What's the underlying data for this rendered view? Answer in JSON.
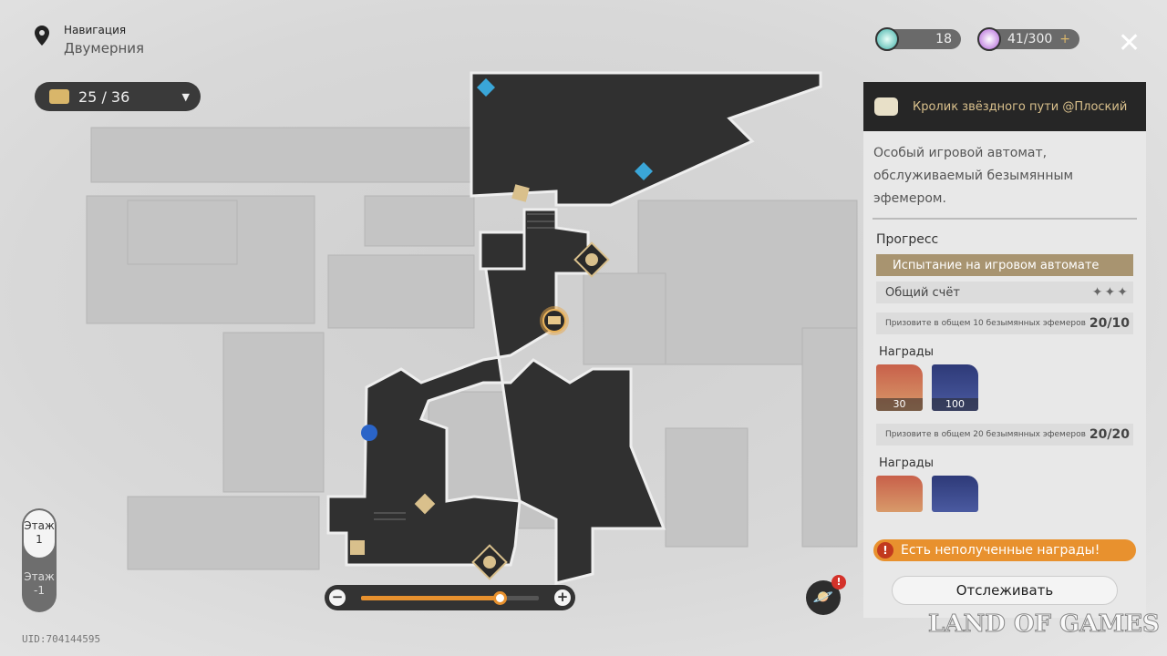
{
  "navigation": {
    "label": "Навигация",
    "location": "Двумерния"
  },
  "chests": {
    "value": "25 / 36"
  },
  "resources": [
    {
      "name": "stellar-jade",
      "value": "18"
    },
    {
      "name": "trailblaze-power",
      "value": "41/300",
      "plus": "+"
    }
  ],
  "panel": {
    "title": "Кролик звёздного пути @Плоский",
    "description": "Особый игровой автомат, обслуживаемый безымянным эфемером.",
    "progress_title": "Прогресс",
    "challenge": "Испытание на игровом автомате",
    "total_score_label": "Общий счёт",
    "stars": "✦✦✦",
    "tasks": [
      {
        "text": "Призовите в общем 10 безымянных эфемеров",
        "value": "20/10",
        "rewards_label": "Награды",
        "rewards": [
          {
            "type": "crystal",
            "qty": "30"
          },
          {
            "type": "coin",
            "qty": "100"
          }
        ]
      },
      {
        "text": "Призовите в общем 20 безымянных эфемеров",
        "value": "20/20",
        "rewards_label": "Награды",
        "rewards": [
          {
            "type": "crystal",
            "qty": ""
          },
          {
            "type": "coin",
            "qty": ""
          }
        ]
      }
    ],
    "warning": "Есть неполученные награды!",
    "warning_icon": "!",
    "track_button": "Отслеживать"
  },
  "floors": [
    {
      "label": "Этаж\n1"
    },
    {
      "label": "Этаж\n-1"
    }
  ],
  "floor1": "Этаж",
  "floor1n": "1",
  "floor2": "Этаж",
  "floor2n": "-1",
  "zoom": {
    "minus": "−",
    "plus": "+",
    "level": 0.78
  },
  "uid": "UID:704144595",
  "badge": "!",
  "watermark": "LAND OF GAMES",
  "colors": {
    "accent": "#e8912e",
    "panel_header": "#262626",
    "gold": "#d9c08c"
  }
}
